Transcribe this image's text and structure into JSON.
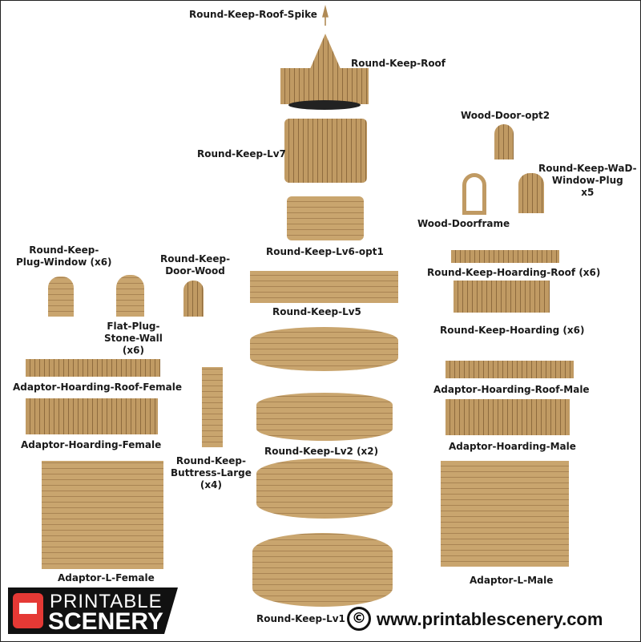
{
  "labels": {
    "spike": "Round-Keep-Roof-Spike",
    "roof": "Round-Keep-Roof",
    "lv7": "Round-Keep-Lv7",
    "lv6": "Round-Keep-Lv6-opt1",
    "lv5": "Round-Keep-Lv5",
    "lv2": "Round-Keep-Lv2 (x2)",
    "lv1": "Round-Keep-Lv1",
    "door_opt2": "Wood-Door-opt2",
    "wad_plug": [
      "Round-Keep-WaD-",
      "Window-Plug",
      "x5"
    ],
    "doorframe": "Wood-Doorframe",
    "plug_window": [
      "Round-Keep-",
      "Plug-Window (x6)"
    ],
    "door_wood": [
      "Round-Keep-",
      "Door-Wood"
    ],
    "flat_plug": [
      "Flat-Plug-",
      "Stone-Wall",
      "(x6)"
    ],
    "hoard_roof": "Round-Keep-Hoarding-Roof (x6)",
    "hoarding": "Round-Keep-Hoarding (x6)",
    "ad_roof_female": "Adaptor-Hoarding-Roof-Female",
    "ad_roof_male": "Adaptor-Hoarding-Roof-Male",
    "ad_hoard_female": "Adaptor-Hoarding-Female",
    "ad_hoard_male": "Adaptor-Hoarding-Male",
    "buttress": [
      "Round-Keep-",
      "Buttress-Large",
      "(x4)"
    ],
    "l_female": "Adaptor-L-Female",
    "l_male": "Adaptor-L-Male"
  },
  "brand": {
    "line1": "PRINTABLE",
    "line2": "SCENERY",
    "copyright": "©",
    "url": "www.printablescenery.com"
  }
}
